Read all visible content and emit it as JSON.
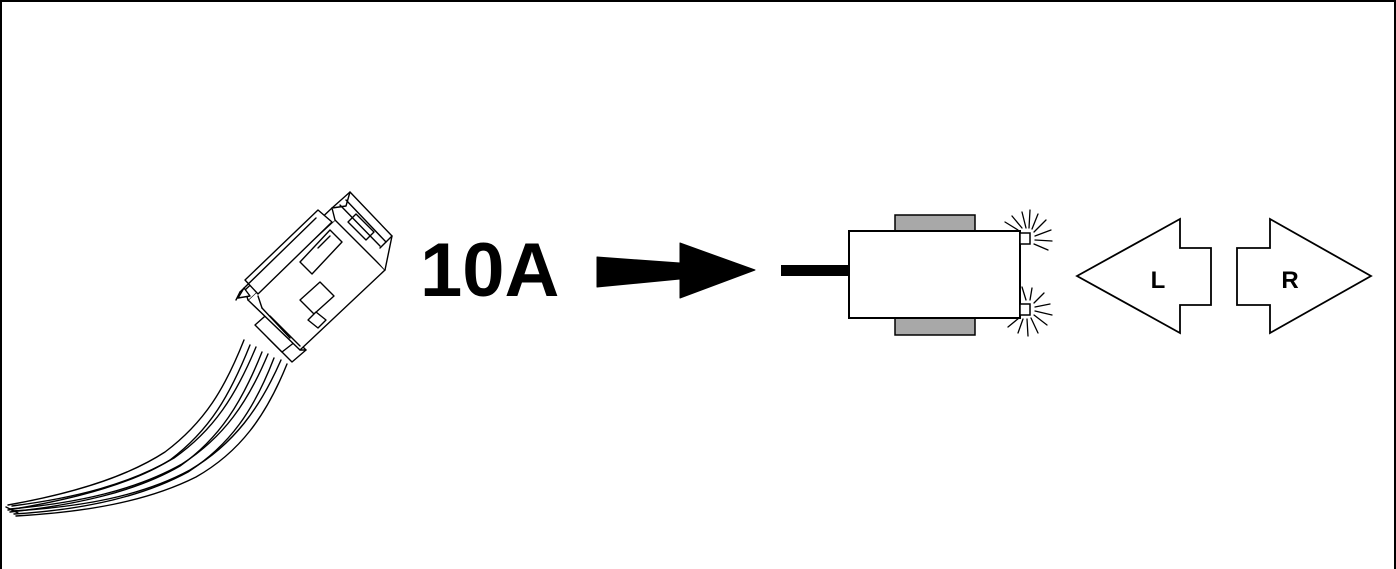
{
  "fuse": {
    "rating_label": "10A"
  },
  "direction": {
    "left_label": "L",
    "right_label": "R"
  },
  "colors": {
    "line": "#000000",
    "background": "#ffffff",
    "rail_fill": "#a8a8a8"
  },
  "icons": {
    "connector": "wire-harness-connector-icon",
    "insert_arrow": "right-arrow-icon",
    "tester": "test-lamp-icon",
    "left": "left-arrow-icon",
    "right": "right-arrow-icon"
  }
}
